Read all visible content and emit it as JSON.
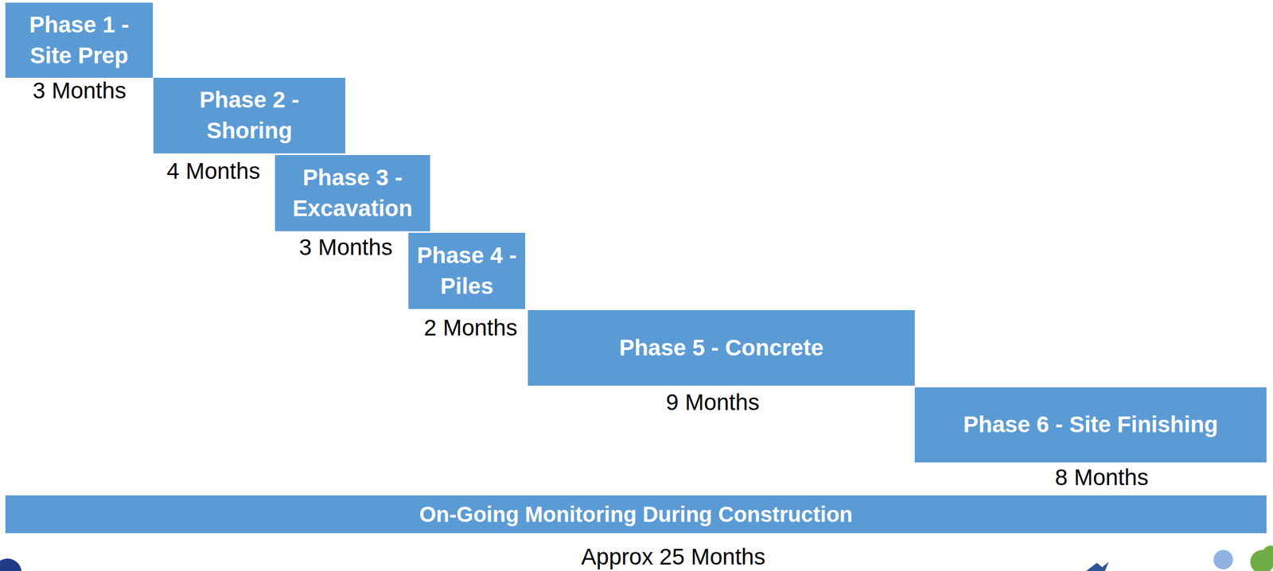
{
  "diagram": {
    "nodes": [
      {
        "text": [
          "Phase 1 - Site Prep"
        ]
      },
      {
        "text": [
          "Phase 2 - Shoring"
        ]
      },
      {
        "text": [
          "Phase 3 - Excavation"
        ]
      },
      {
        "text": [
          "Phase 4 - Piles"
        ]
      },
      {
        "text": [
          "Phase 5 - Concrete"
        ]
      },
      {
        "text": [
          "Phase 6 - Site Finishing"
        ]
      },
      {
        "text": [
          "On-Going Monitoring During Construction"
        ]
      }
    ],
    "labels": [
      "3 Months",
      "4 Months",
      "3 Months",
      "2 Months",
      "9 Months",
      "8 Months",
      "Approx 25 Months"
    ]
  }
}
